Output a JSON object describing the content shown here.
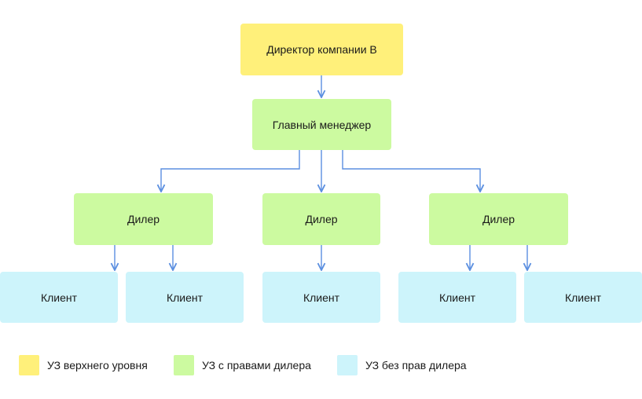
{
  "diagram": {
    "top": {
      "label": "Директор компании B",
      "color": "#fff07a"
    },
    "manager": {
      "label": "Главный менеджер",
      "color": "#ccfaa0"
    },
    "dealers": [
      {
        "label": "Дилер"
      },
      {
        "label": "Дилер"
      },
      {
        "label": "Дилер"
      }
    ],
    "clients": [
      {
        "label": "Клиент"
      },
      {
        "label": "Клиент"
      },
      {
        "label": "Клиент"
      },
      {
        "label": "Клиент"
      },
      {
        "label": "Клиент"
      }
    ],
    "connector_color": "#5b8fe0"
  },
  "legend": [
    {
      "label": "УЗ верхнего уровня",
      "color": "#fff07a"
    },
    {
      "label": "УЗ с правами дилера",
      "color": "#ccfaa0"
    },
    {
      "label": "УЗ без прав дилера",
      "color": "#cdf4fb"
    }
  ]
}
